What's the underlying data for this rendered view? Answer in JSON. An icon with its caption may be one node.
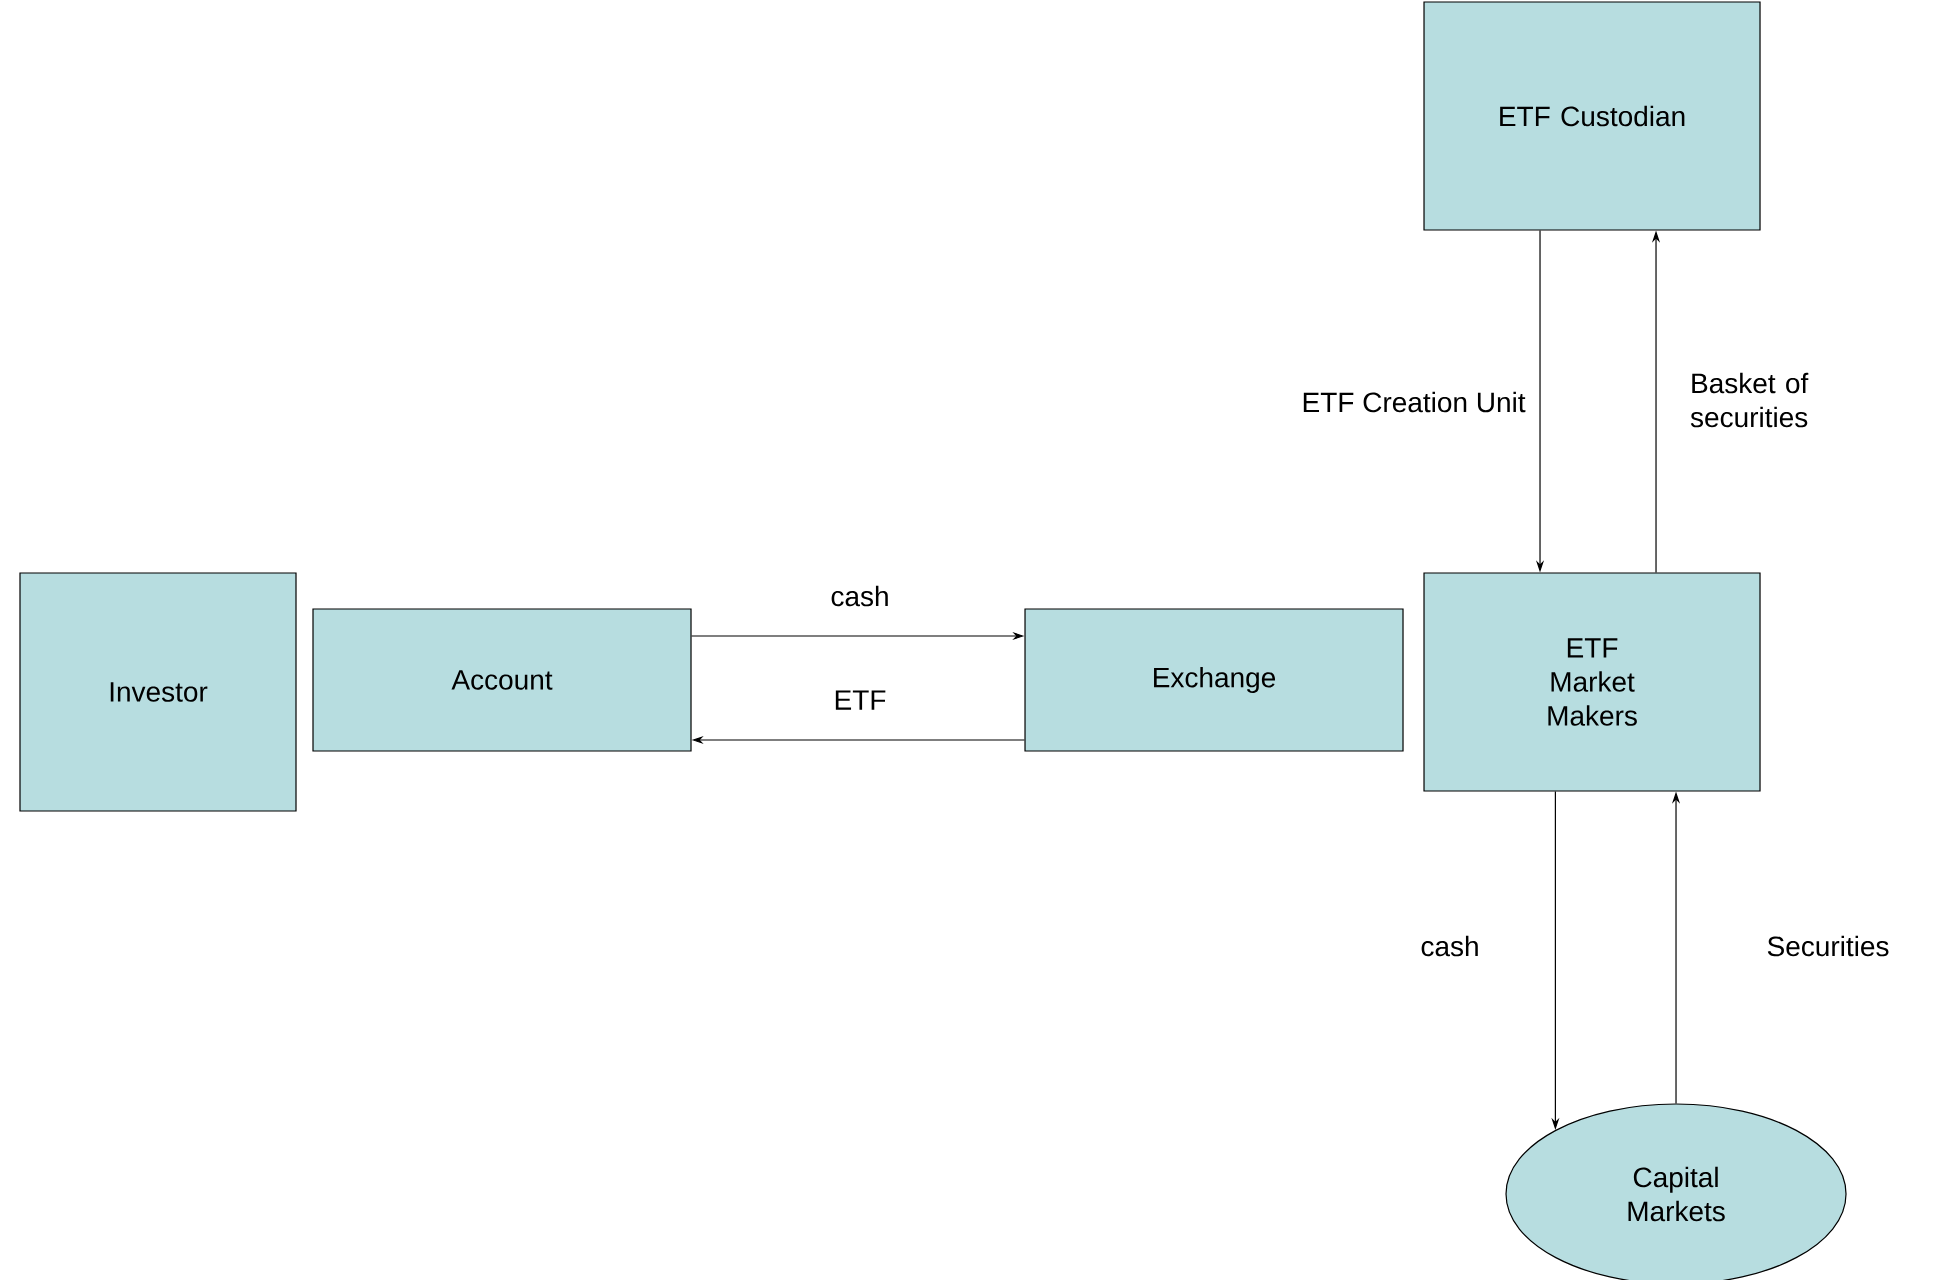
{
  "diagram": {
    "nodes": [
      {
        "text": [
          "Investor"
        ]
      },
      {
        "text": [
          "Account"
        ]
      },
      {
        "text": [
          "Exchange"
        ]
      },
      {
        "text": [
          "ETF Market Makers"
        ]
      },
      {
        "text": [
          "ETF Custodian"
        ]
      },
      {
        "text": [
          "Capital Markets"
        ]
      }
    ],
    "edges": [
      {
        "from": 1,
        "to": 2,
        "arrow": "to",
        "label": "cash"
      },
      {
        "from": 2,
        "to": 1,
        "arrow": "to",
        "label": "ETF"
      },
      {
        "from": 4,
        "to": 3,
        "arrow": "to",
        "label": "ETF Creation Unit"
      },
      {
        "from": 3,
        "to": 4,
        "arrow": "to",
        "label": "Basket of securities"
      },
      {
        "from": 3,
        "to": 5,
        "arrow": "to",
        "label": "cash"
      },
      {
        "from": 5,
        "to": 3,
        "arrow": "to",
        "label": "Securities"
      }
    ]
  }
}
